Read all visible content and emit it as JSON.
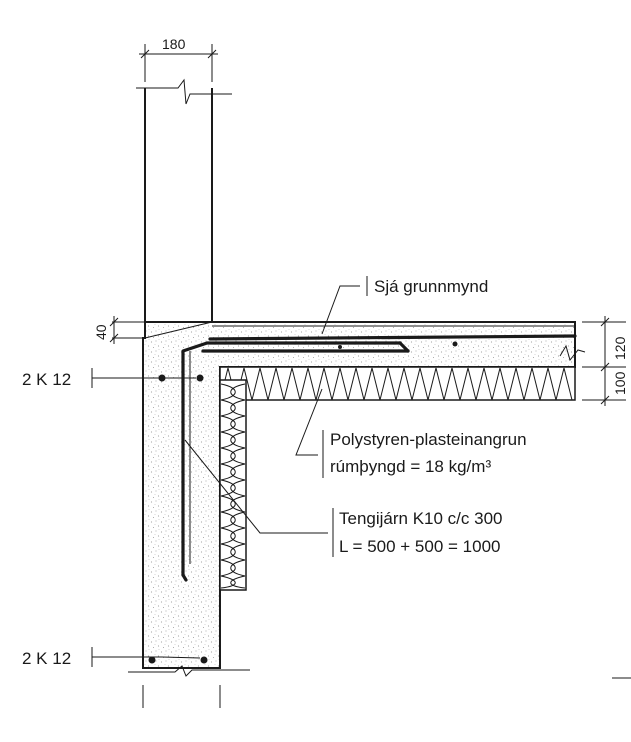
{
  "labels": {
    "top_dimension": "180",
    "see_plan": "Sjá grunnmynd",
    "dim_40": "40",
    "dim_120": "120",
    "dim_100": "100",
    "rebar_upper": "2 K 12",
    "rebar_lower": "2 K 12",
    "insulation_line1": "Polystyren-plasteinangrun",
    "insulation_line2": "rúmþyngd = 18 kg/m³",
    "connector_line1": "Tengijárn K10 c/c 300",
    "connector_line2": "L = 500 + 500 = 1000"
  },
  "colors": {
    "ink": "#1a1a1a",
    "concrete_speckle": "#8a8a8a",
    "insulation_fill": "#ffffff",
    "background": "#ffffff"
  }
}
